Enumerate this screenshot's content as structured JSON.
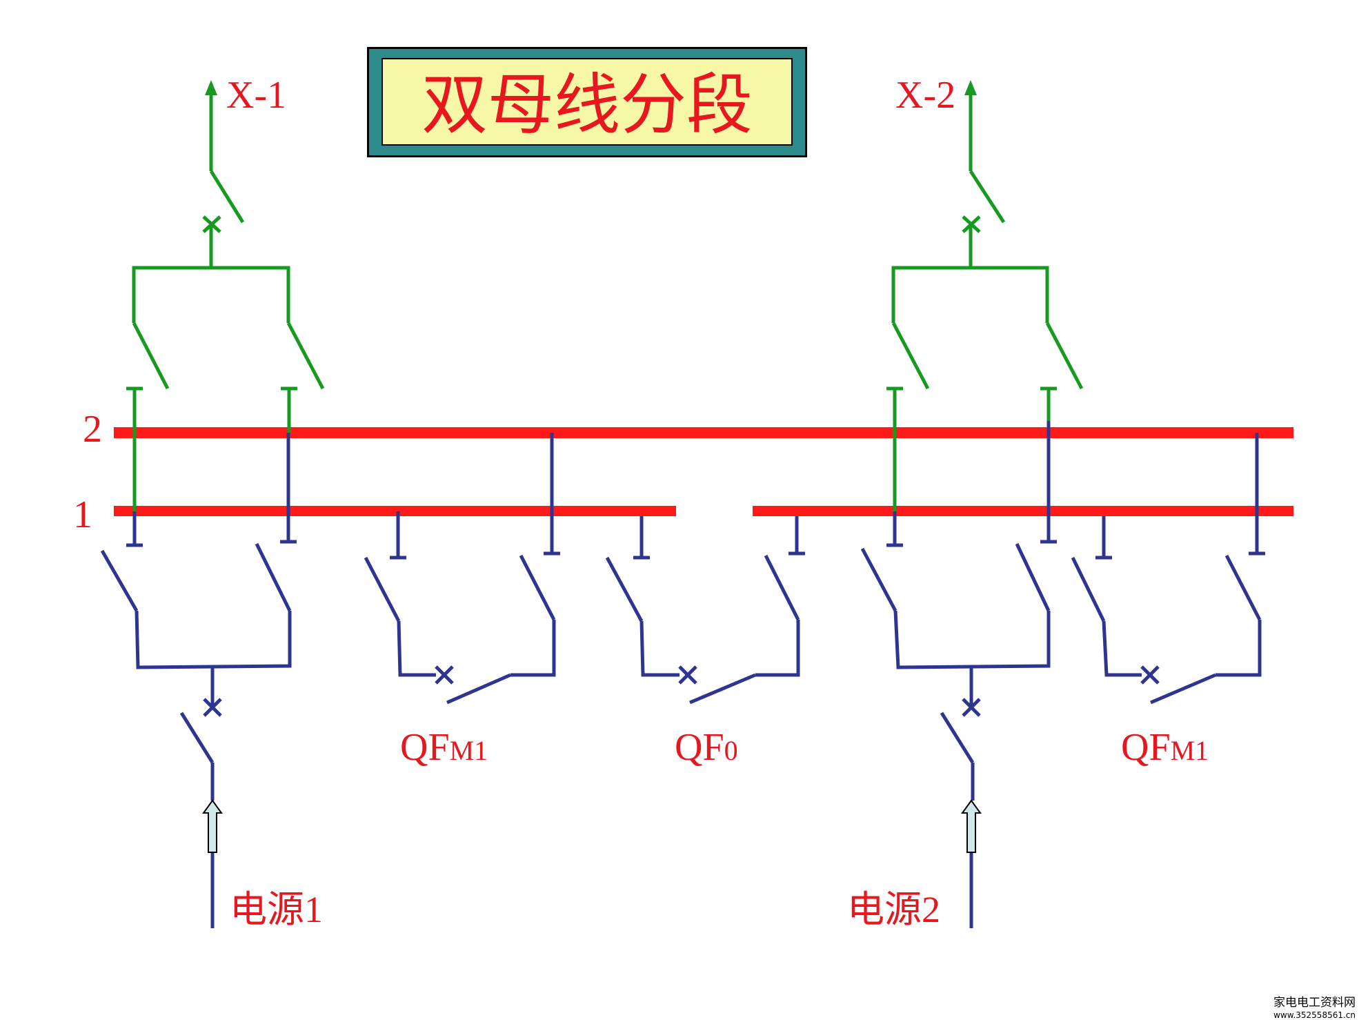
{
  "title": "双母线分段",
  "bus_labels": {
    "bus2": "2",
    "bus1": "1"
  },
  "feeders": {
    "left": "X-1",
    "right": "X-2"
  },
  "sources": {
    "left": "电源1",
    "right": "电源2"
  },
  "breakers": {
    "qfm1_left": {
      "main": "QF",
      "sub": "M1"
    },
    "qf0": {
      "main": "QF",
      "sub": "0"
    },
    "qfm1_right": {
      "main": "QF",
      "sub": "M1"
    }
  },
  "watermark": {
    "line1": "家电电工资料网",
    "line2": "www.352558561.cn"
  },
  "colors": {
    "busbar": "#ff1a1a",
    "feeder": "#169a1f",
    "equipment": "#2e3591",
    "label": "#e8161d",
    "title_bg": "#f7f7a8",
    "title_border": "#2c8c8c",
    "source_arrow": "#cfe8ea"
  }
}
